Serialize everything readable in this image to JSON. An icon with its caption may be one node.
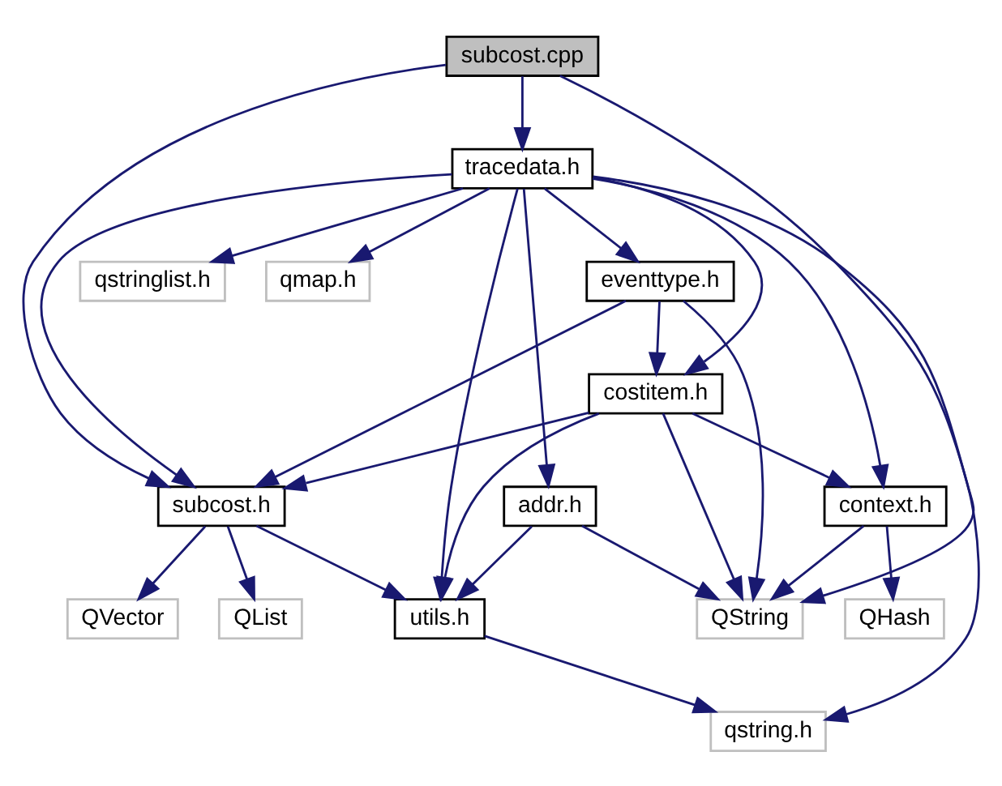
{
  "diagram": {
    "nodes": [
      {
        "text": [
          "subcost.cpp"
        ]
      },
      {
        "text": [
          "tracedata.h"
        ]
      },
      {
        "text": [
          "qstringlist.h"
        ]
      },
      {
        "text": [
          "qmap.h"
        ]
      },
      {
        "text": [
          "eventtype.h"
        ]
      },
      {
        "text": [
          "costitem.h"
        ]
      },
      {
        "text": [
          "subcost.h"
        ]
      },
      {
        "text": [
          "addr.h"
        ]
      },
      {
        "text": [
          "context.h"
        ]
      },
      {
        "text": [
          "QVector"
        ]
      },
      {
        "text": [
          "QList"
        ]
      },
      {
        "text": [
          "utils.h"
        ]
      },
      {
        "text": [
          "QString"
        ]
      },
      {
        "text": [
          "QHash"
        ]
      },
      {
        "text": [
          "qstring.h"
        ]
      }
    ],
    "edges": [
      {
        "from": 0,
        "to": 1,
        "arrow": "to"
      },
      {
        "from": 0,
        "to": 6,
        "arrow": "to"
      },
      {
        "from": 0,
        "to": 12,
        "arrow": "to"
      },
      {
        "from": 1,
        "to": 6,
        "arrow": "to"
      },
      {
        "from": 1,
        "to": 11,
        "arrow": "to"
      },
      {
        "from": 1,
        "to": 2,
        "arrow": "to"
      },
      {
        "from": 1,
        "to": 3,
        "arrow": "to"
      },
      {
        "from": 1,
        "to": 4,
        "arrow": "to"
      },
      {
        "from": 1,
        "to": 5,
        "arrow": "to"
      },
      {
        "from": 1,
        "to": 7,
        "arrow": "to"
      },
      {
        "from": 1,
        "to": 8,
        "arrow": "to"
      },
      {
        "from": 1,
        "to": 14,
        "arrow": "to"
      },
      {
        "from": 4,
        "to": 6,
        "arrow": "to"
      },
      {
        "from": 4,
        "to": 5,
        "arrow": "to"
      },
      {
        "from": 4,
        "to": 12,
        "arrow": "to"
      },
      {
        "from": 5,
        "to": 6,
        "arrow": "to"
      },
      {
        "from": 5,
        "to": 11,
        "arrow": "to"
      },
      {
        "from": 5,
        "to": 12,
        "arrow": "to"
      },
      {
        "from": 5,
        "to": 8,
        "arrow": "to"
      },
      {
        "from": 6,
        "to": 9,
        "arrow": "to"
      },
      {
        "from": 6,
        "to": 10,
        "arrow": "to"
      },
      {
        "from": 6,
        "to": 11,
        "arrow": "to"
      },
      {
        "from": 7,
        "to": 11,
        "arrow": "to"
      },
      {
        "from": 7,
        "to": 12,
        "arrow": "to"
      },
      {
        "from": 8,
        "to": 12,
        "arrow": "to"
      },
      {
        "from": 8,
        "to": 13,
        "arrow": "to"
      },
      {
        "from": 11,
        "to": 14,
        "arrow": "to"
      }
    ]
  }
}
